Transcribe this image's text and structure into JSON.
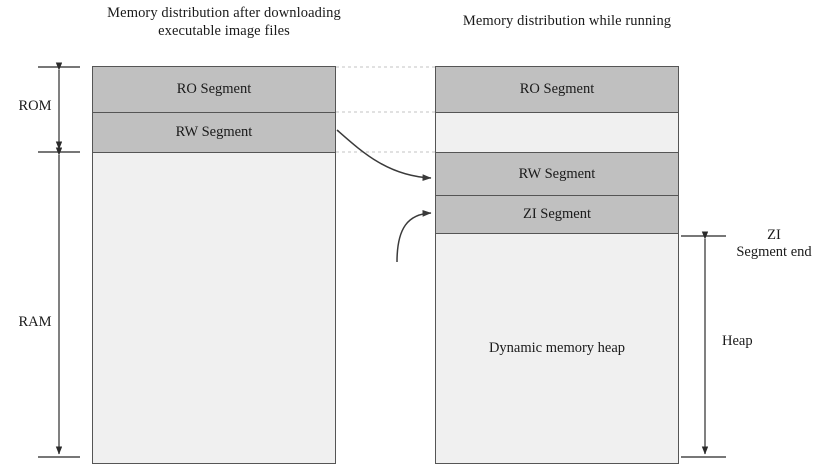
{
  "diagram": {
    "titles": {
      "left": "Memory distribution after downloading executable image files",
      "right": "Memory distribution while running"
    },
    "colors": {
      "segment_fill": "#c0c0c0",
      "empty_fill": "#f0f0f0",
      "outline": "#555555",
      "guide_line": "#bbbbbb",
      "text": "#1a1a1a"
    },
    "left_column": {
      "name": "Memory distribution after downloading executable image files",
      "blocks": [
        {
          "label": "RO Segment",
          "type": "filled"
        },
        {
          "label": "RW Segment",
          "type": "filled"
        },
        {
          "label": "",
          "type": "empty"
        }
      ]
    },
    "right_column": {
      "name": "Memory distribution while running",
      "blocks": [
        {
          "label": "RO Segment",
          "type": "filled"
        },
        {
          "label": "",
          "type": "empty"
        },
        {
          "label": "RW Segment",
          "type": "filled"
        },
        {
          "label": "ZI Segment",
          "type": "filled"
        },
        {
          "label": "Dynamic memory heap",
          "type": "empty"
        }
      ]
    },
    "left_brackets": [
      {
        "label": "ROM"
      },
      {
        "label": "RAM"
      }
    ],
    "right_brackets": [
      {
        "label": "ZI\nSegment end",
        "line1": "ZI",
        "line2": "Segment end"
      },
      {
        "label": "Heap"
      }
    ],
    "connectors": [
      {
        "from": "RW Segment (left)",
        "to": "RW Segment (right)"
      },
      {
        "from": "heap region",
        "to": "ZI Segment (right)"
      }
    ]
  }
}
